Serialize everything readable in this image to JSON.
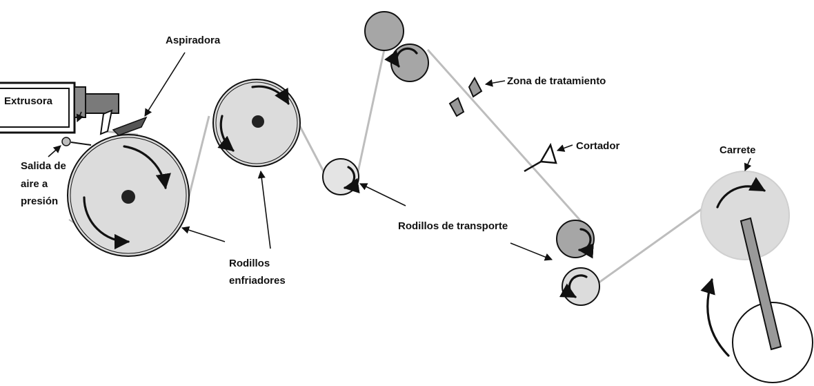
{
  "labels": {
    "extrusora": "Extrusora",
    "aspiradora": "Aspiradora",
    "salida_line1": "Salida de",
    "salida_line2": "aire a",
    "salida_line3": "presión",
    "rodillos_enfriadores_line1": "Rodillos",
    "rodillos_enfriadores_line2": "enfriadores",
    "zona_tratamiento": "Zona de tratamiento",
    "cortador": "Cortador",
    "rodillos_transporte": "Rodillos de transporte",
    "carrete": "Carrete"
  },
  "colors": {
    "roller_light": "#dcdcdc",
    "roller_dark": "#a6a6a6",
    "film_web": "#bdbdbd",
    "outline": "#111111"
  }
}
